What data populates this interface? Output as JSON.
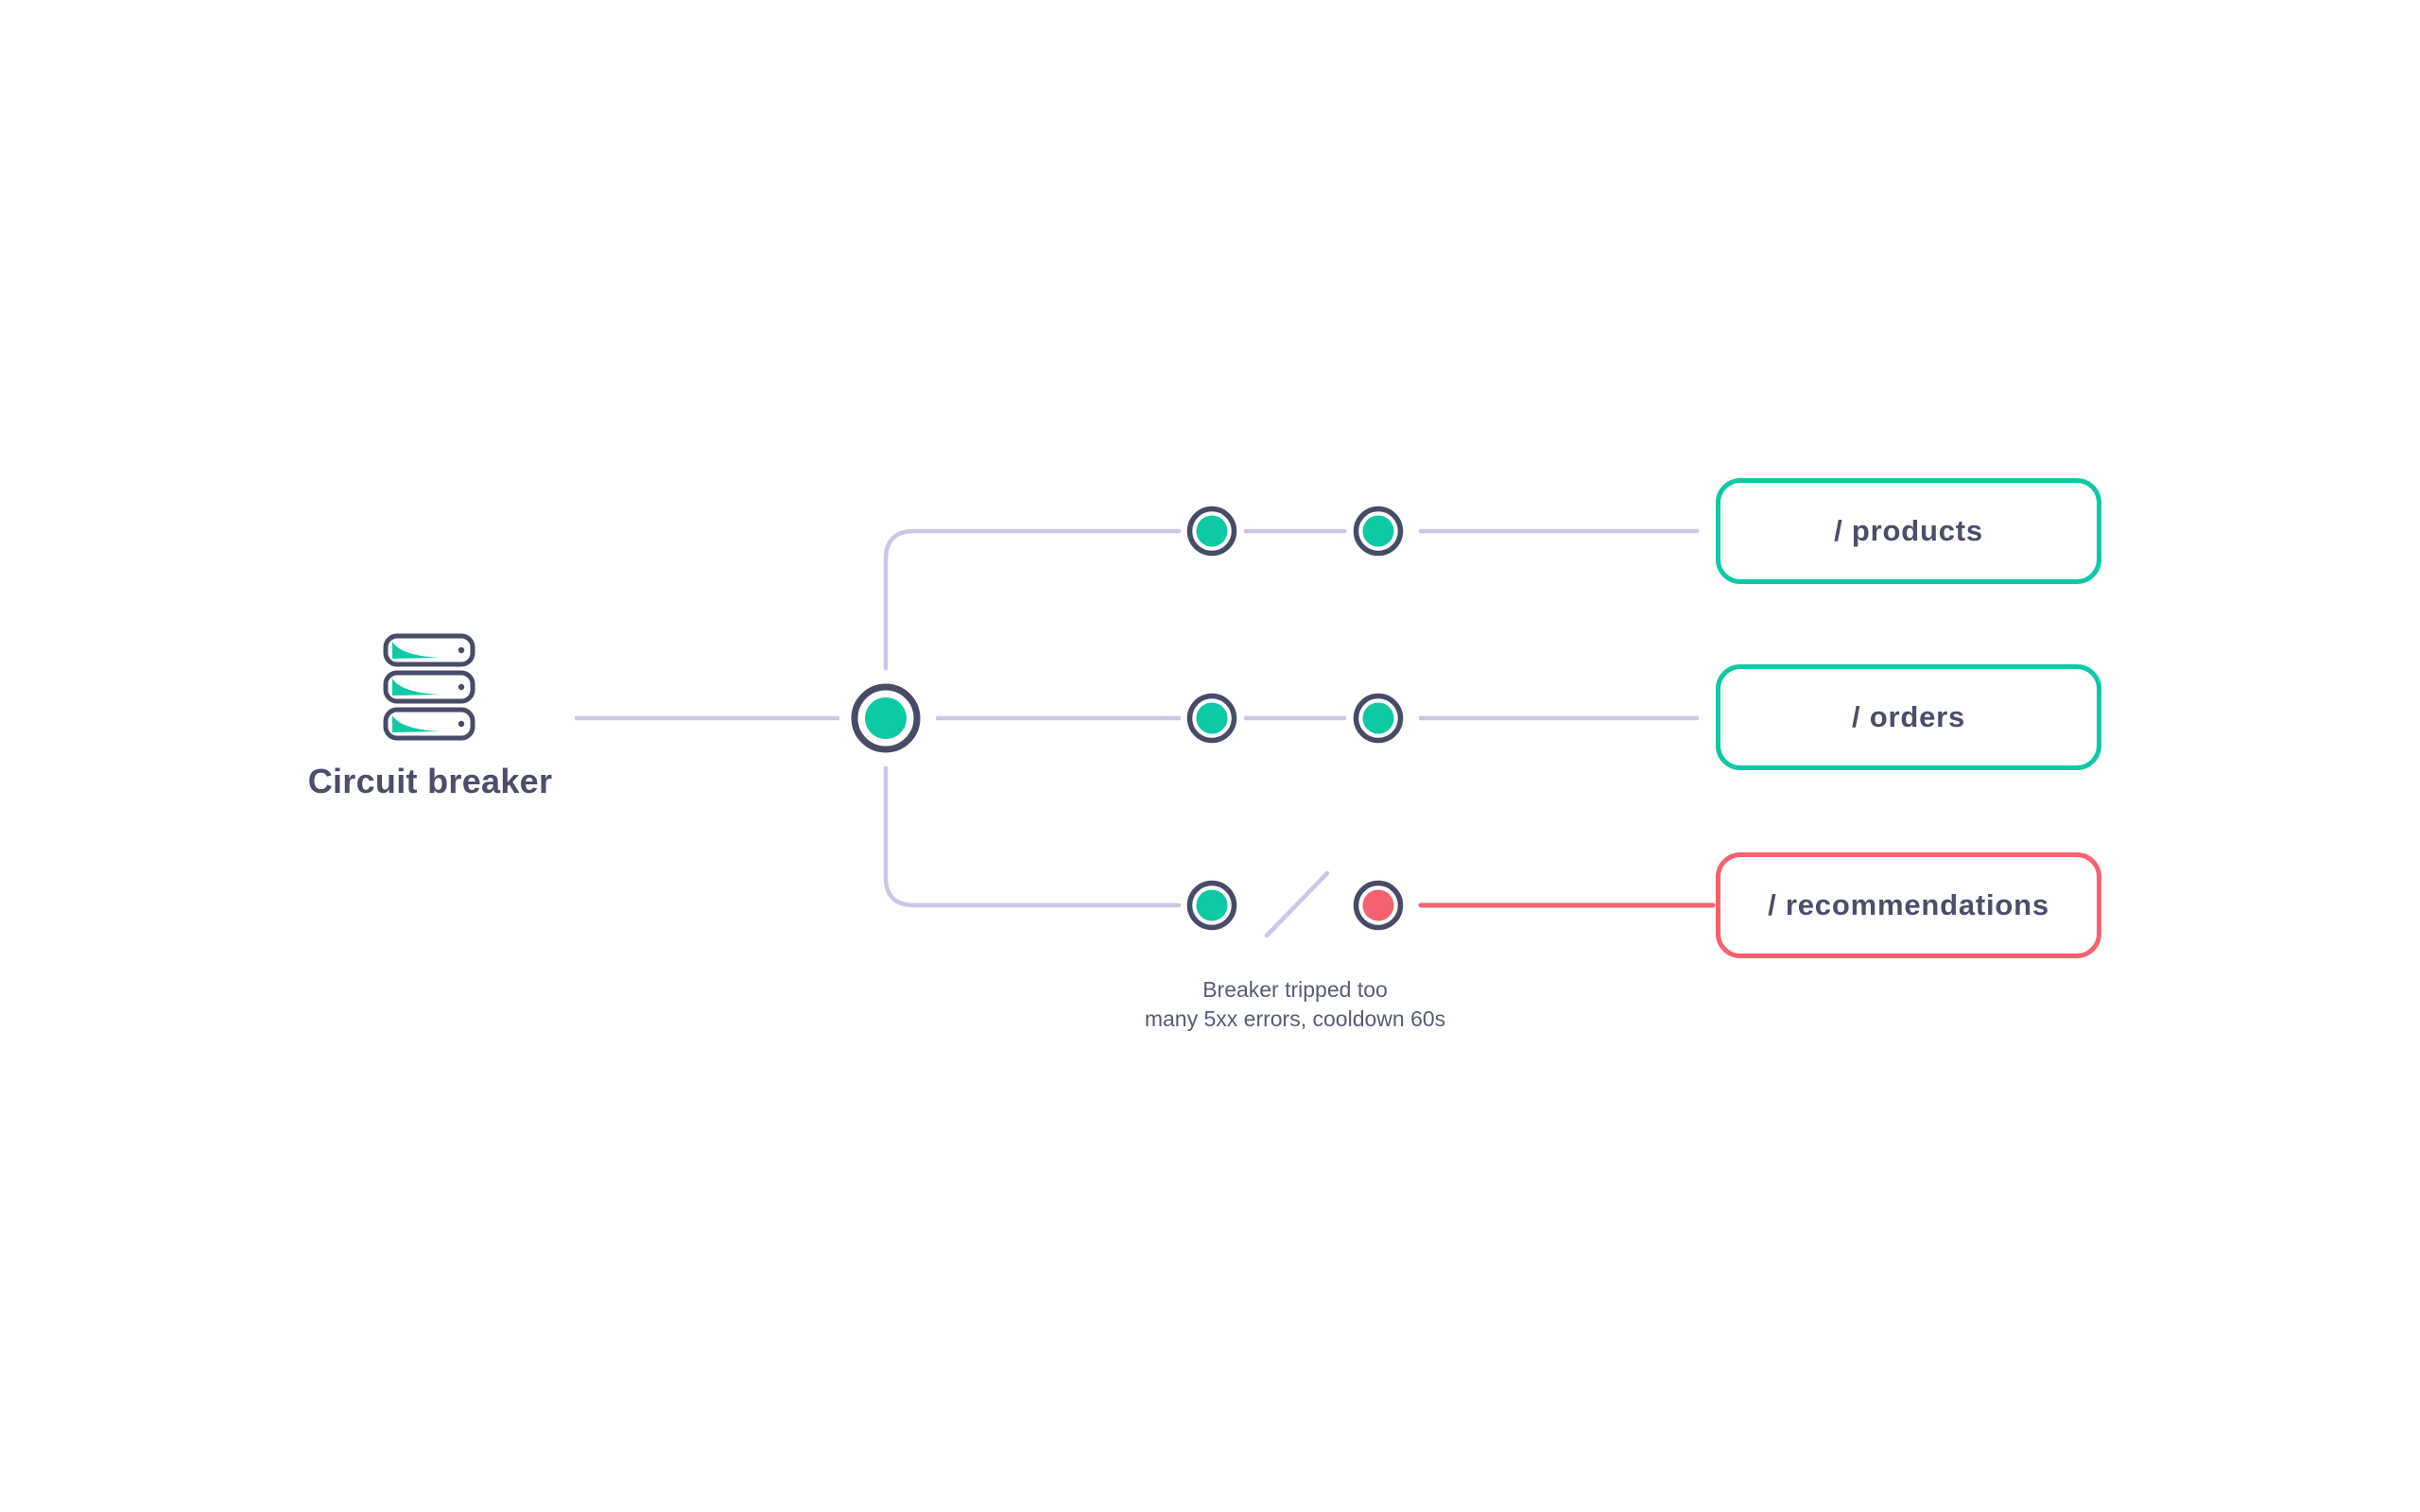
{
  "diagram": {
    "source": {
      "label": "Circuit breaker",
      "icon": "server-stack-icon"
    },
    "central_node_state": "closed",
    "endpoints": [
      {
        "label": "/ products",
        "state": "closed"
      },
      {
        "label": "/ orders",
        "state": "closed"
      },
      {
        "label": "/ recommendations",
        "state": "open"
      }
    ],
    "caption": {
      "line1": "Breaker tripped too",
      "line2": "many 5xx errors, cooldown 60s"
    },
    "colors": {
      "teal": "#0dc9a4",
      "red": "#f5616f",
      "ring": "#484b66",
      "line": "#c9c7e5",
      "text": "#4a4e69",
      "caption": "#575c78",
      "bg": "#ffffff"
    }
  }
}
